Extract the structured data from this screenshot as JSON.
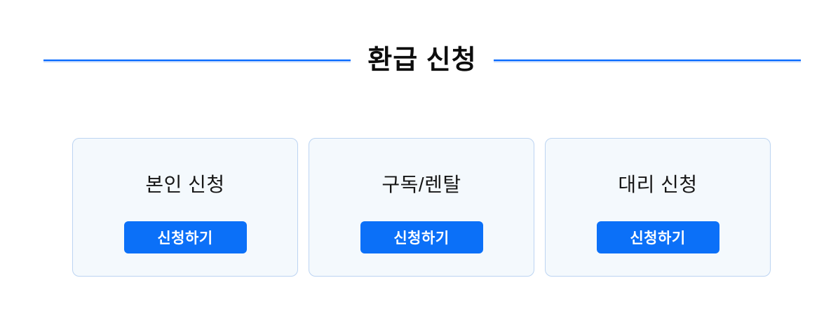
{
  "header": {
    "title": "환급 신청"
  },
  "cards": [
    {
      "title": "본인 신청",
      "button_label": "신청하기"
    },
    {
      "title": "구독/렌탈",
      "button_label": "신청하기"
    },
    {
      "title": "대리 신청",
      "button_label": "신청하기"
    }
  ],
  "colors": {
    "accent_line": "#0066ff",
    "accent_line_shadow": "#b3cefc",
    "button_background": "#0b70f8",
    "button_text": "#ffffff",
    "card_background": "#f4f9fd",
    "card_border": "#bcd4f2",
    "title_text": "#0d0d0d"
  }
}
